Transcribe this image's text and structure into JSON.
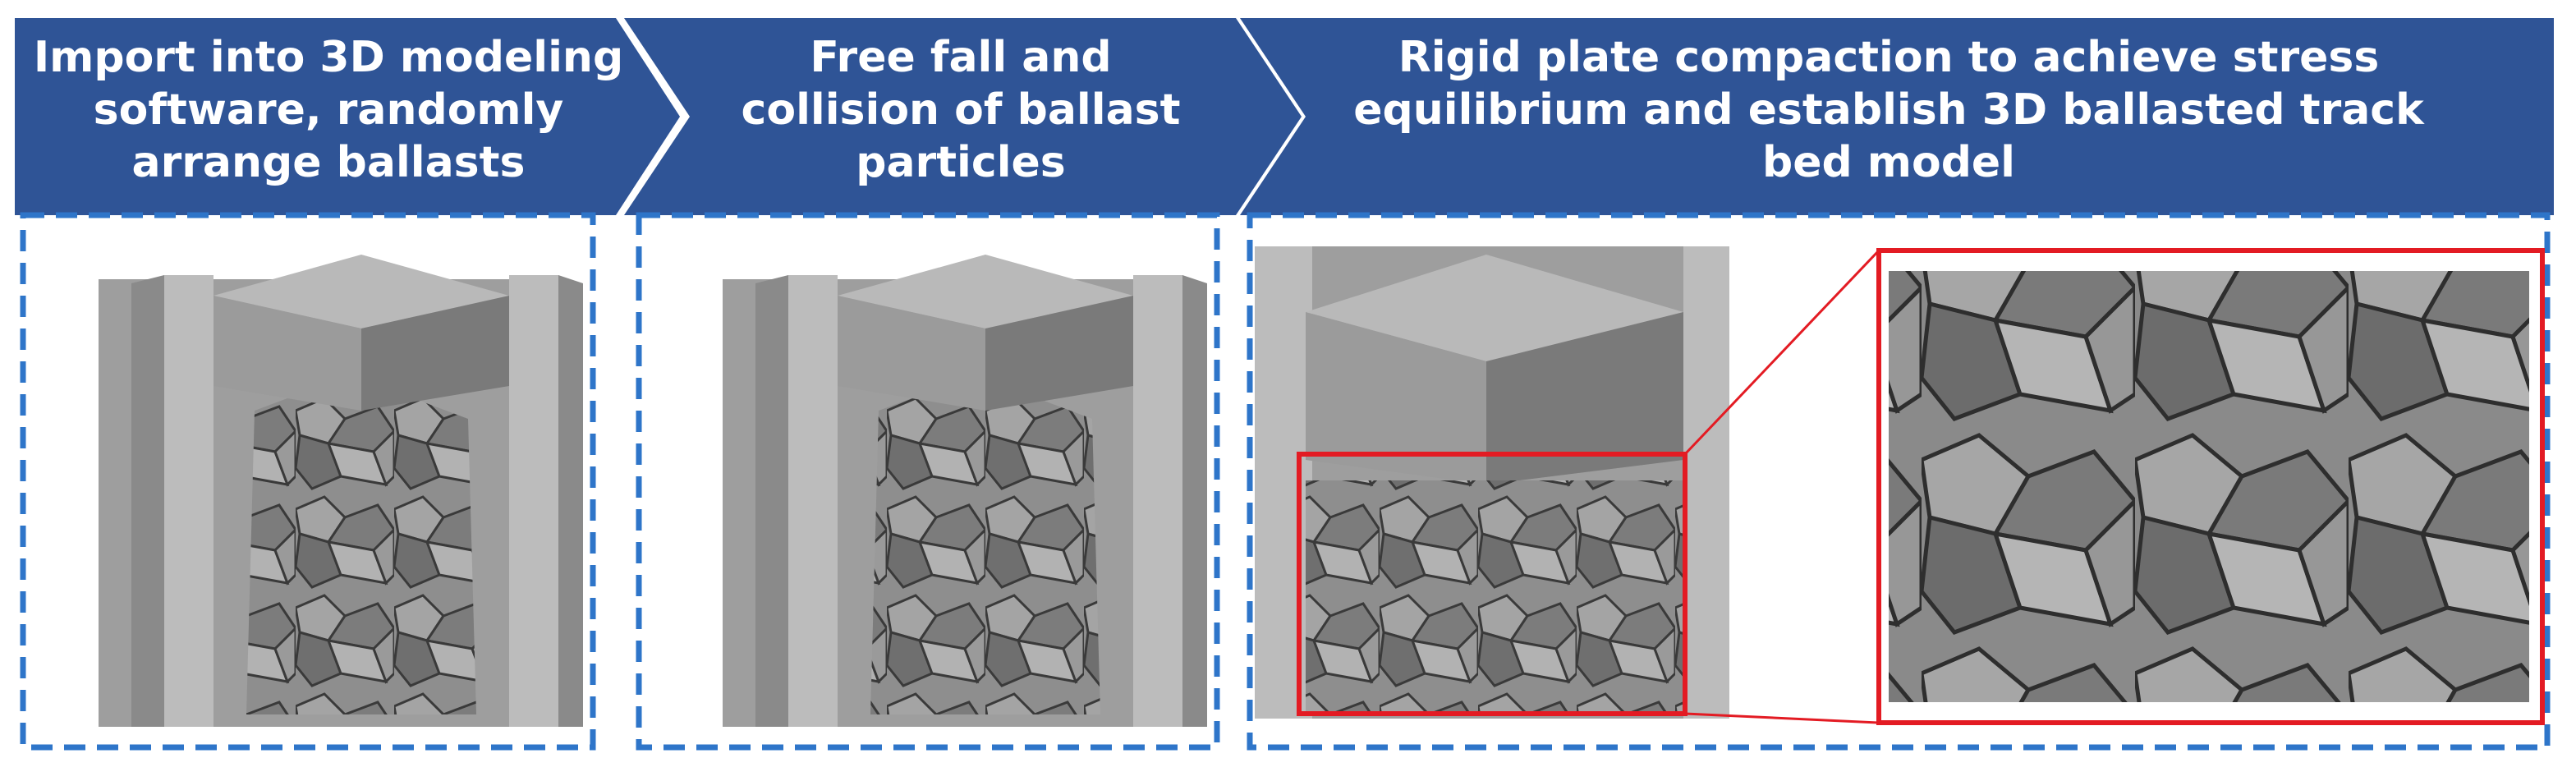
{
  "diagram": {
    "colors": {
      "banner": "#2f5496",
      "frame_dash": "#2e75c9",
      "zoom_box": "#e31b23",
      "plate_front": "#9b9b9b",
      "plate_top": "#b9b9b9",
      "plate_side": "#7a7a7a",
      "wall_light": "#bcbcbc",
      "wall_dark": "#8a8a8a",
      "ballast": "#8e8e8e",
      "ballast_edge": "#3a3a3a"
    },
    "steps": [
      {
        "id": "step-1",
        "label": "Import into 3D modeling\nsoftware, randomly\narrange ballasts"
      },
      {
        "id": "step-2",
        "label": "Free fall and\ncollision of ballast\nparticles"
      },
      {
        "id": "step-3",
        "label": "Rigid plate compaction to achieve stress\nequilibrium and establish 3D ballasted track\nbed model"
      }
    ]
  }
}
